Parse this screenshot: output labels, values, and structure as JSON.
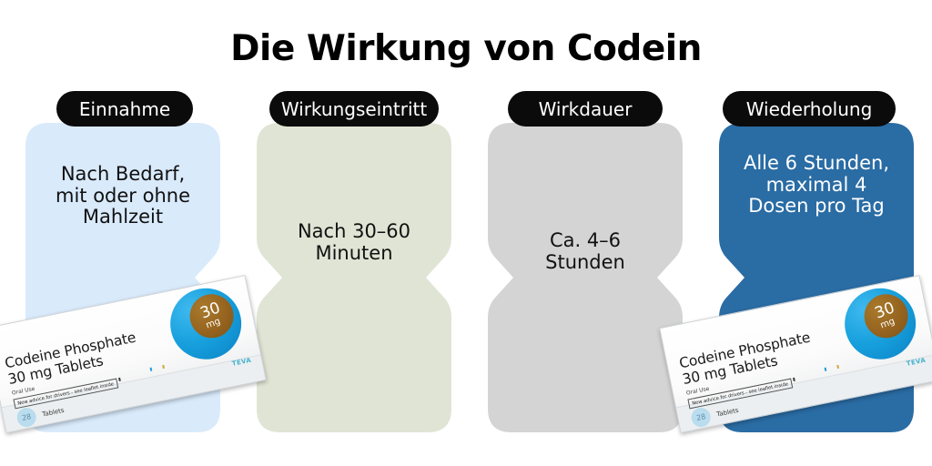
{
  "title": "Die Wirkung von Codein",
  "panels": [
    {
      "id": "einnahme",
      "header": "Einnahme",
      "body": "Nach Bedarf,\nmit oder ohne\nMahlzeit",
      "fill": "#d9eafb",
      "text_color": "#111111",
      "has_medbox": true
    },
    {
      "id": "wirkungseintritt",
      "header": "Wirkungseintritt",
      "body": "Nach 30–60\nMinuten",
      "fill": "#e0e4d4",
      "text_color": "#111111",
      "has_medbox": false
    },
    {
      "id": "wirkdauer",
      "header": "Wirkdauer",
      "body": "Ca. 4–6\nStunden",
      "fill": "#d4d4d4",
      "text_color": "#111111",
      "has_medbox": false
    },
    {
      "id": "wiederholung",
      "header": "Wiederholung",
      "body": "Alle 6 Stunden,\nmaximal 4\nDosen pro Tag",
      "fill": "#2a6ca4",
      "text_color": "#ffffff",
      "has_medbox": true
    }
  ],
  "medication_box": {
    "product_name": "Codeine Phosphate\n30 mg Tablets",
    "route": "Oral Use",
    "warning": "New advice for drivers - see leaflet inside",
    "count": "28",
    "count_label": "Tablets",
    "strength_number": "30",
    "strength_unit": "mg",
    "brand": "TEVA"
  },
  "colors": {
    "pill_background": "#0b0b0b",
    "pill_text": "#ffffff",
    "title_color": "#000000",
    "page_background": "#ffffff"
  }
}
